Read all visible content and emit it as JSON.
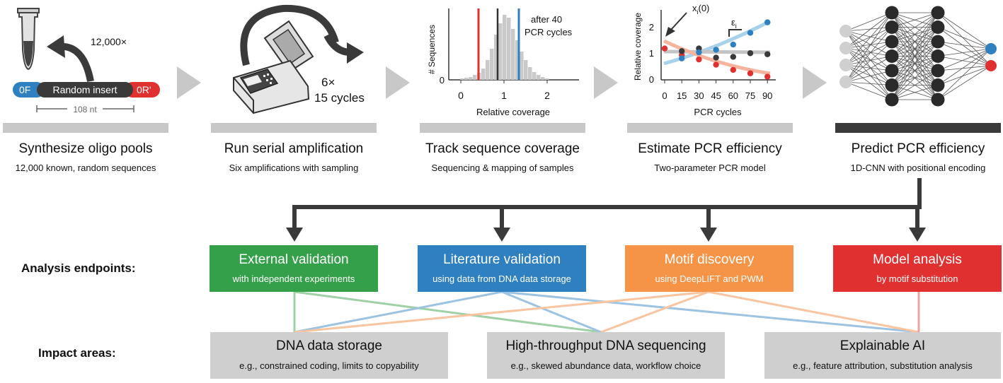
{
  "steps": [
    {
      "title": "Synthesize oligo pools",
      "subtitle": "12,000 known, random sequences"
    },
    {
      "title": "Run serial amplification",
      "subtitle": "Six amplifications with sampling"
    },
    {
      "title": "Track sequence coverage",
      "subtitle": "Sequencing & mapping of samples"
    },
    {
      "title": "Estimate PCR efficiency",
      "subtitle": "Two-parameter PCR model"
    },
    {
      "title": "Predict PCR efficiency",
      "subtitle": "1D-CNN with positional encoding"
    }
  ],
  "panel1": {
    "count": "12,000×",
    "left_primer": "0F",
    "insert": "Random insert",
    "right_primer": "0R'",
    "length": "108 nt"
  },
  "panel2": {
    "repeat": "6×",
    "cycles": "15 cycles"
  },
  "panel3": {
    "ylabel": "# Sequences",
    "xlabel": "Relative coverage",
    "annotation_line1": "after 40",
    "annotation_line2": "PCR cycles",
    "xticks": [
      "0",
      "1",
      "2"
    ],
    "y0": "0"
  },
  "panel4": {
    "ylabel": "Relative coverage",
    "xlabel": "PCR cycles",
    "label_x0": "x",
    "label_x0_sub": "i",
    "label_x0_paren": "(0)",
    "label_eps": "ε",
    "label_eps_sub": "i",
    "xticks": [
      "0",
      "15",
      "30",
      "45",
      "60",
      "75",
      "90"
    ],
    "yticks": [
      "0",
      "1",
      "2"
    ]
  },
  "labels": {
    "endpoints": "Analysis endpoints:",
    "impact": "Impact areas:"
  },
  "endpoints": [
    {
      "title": "External validation",
      "subtitle": "with independent experiments",
      "color": "#35a04a"
    },
    {
      "title": "Literature validation",
      "subtitle": "using data from DNA data storage",
      "color": "#2f80c0"
    },
    {
      "title": "Motif discovery",
      "subtitle": "using DeepLIFT and PWM",
      "color": "#f59446"
    },
    {
      "title": "Model analysis",
      "subtitle": "by motif substitution",
      "color": "#e03030"
    }
  ],
  "impacts": [
    {
      "title": "DNA data storage",
      "subtitle": "e.g., constrained coding, limits to copyability"
    },
    {
      "title": "High-throughput DNA sequencing",
      "subtitle": "e.g., skewed abundance data, workflow choice"
    },
    {
      "title": "Explainable AI",
      "subtitle": "e.g., feature attribution, substitution analysis"
    }
  ],
  "colors": {
    "blue": "#2f80c0",
    "red": "#e03030",
    "gray_bar": "#c8c8c8",
    "dark": "#3a3a3a",
    "green": "#35a04a",
    "orange": "#f59446"
  }
}
